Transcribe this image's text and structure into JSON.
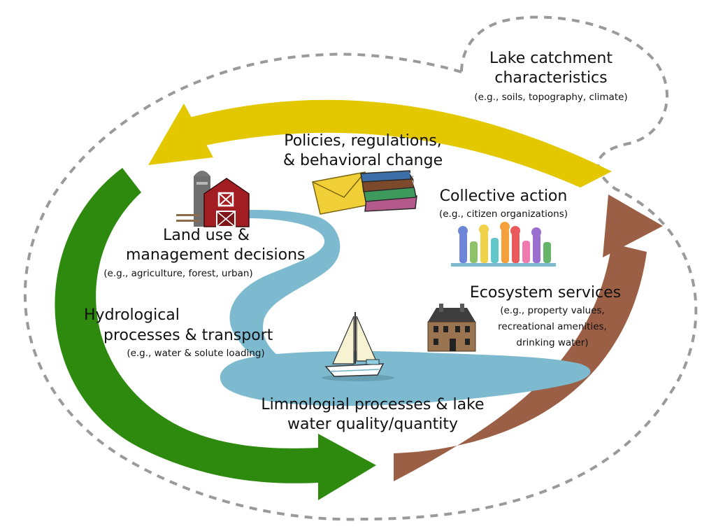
{
  "nodes": {
    "catchment": {
      "title_line1": "Lake catchment",
      "title_line2": "characteristics",
      "detail": "(e.g., soils, topography, climate)"
    },
    "policies": {
      "title_line1": "Policies, regulations,",
      "title_line2": "& behavioral change"
    },
    "collective": {
      "title": "Collective action",
      "detail": "(e.g., citizen organizations)"
    },
    "landuse": {
      "title_line1": "Land use &",
      "title_line2": "management decisions",
      "detail": "(e.g., agriculture, forest, urban)"
    },
    "ecosystem": {
      "title": "Ecosystem services",
      "detail_line1": "(e.g., property values,",
      "detail_line2": "recreational amenities,",
      "detail_line3": "drinking water)"
    },
    "hydrological": {
      "title_line1": "Hydrological",
      "title_line2": "processes & transport",
      "detail": "(e.g., water & solute loading)"
    },
    "limnological": {
      "title_line1": "Limnologial processes & lake",
      "title_line2": "water quality/quantity"
    }
  },
  "colors": {
    "arrow_yellow": "#e3c800",
    "arrow_green": "#2e8a0e",
    "arrow_brown": "#9b5f45",
    "water": "#7dbad0",
    "boundary": "#9a9a9a",
    "barn": "#a31e22",
    "house": "#9a7450"
  },
  "icons": {
    "barn": "barn-silo-icon",
    "letter": "envelope-icon",
    "books": "book-stack-icon",
    "hands": "raised-hands-icon",
    "house": "house-icon",
    "boat": "sailboat-icon"
  }
}
